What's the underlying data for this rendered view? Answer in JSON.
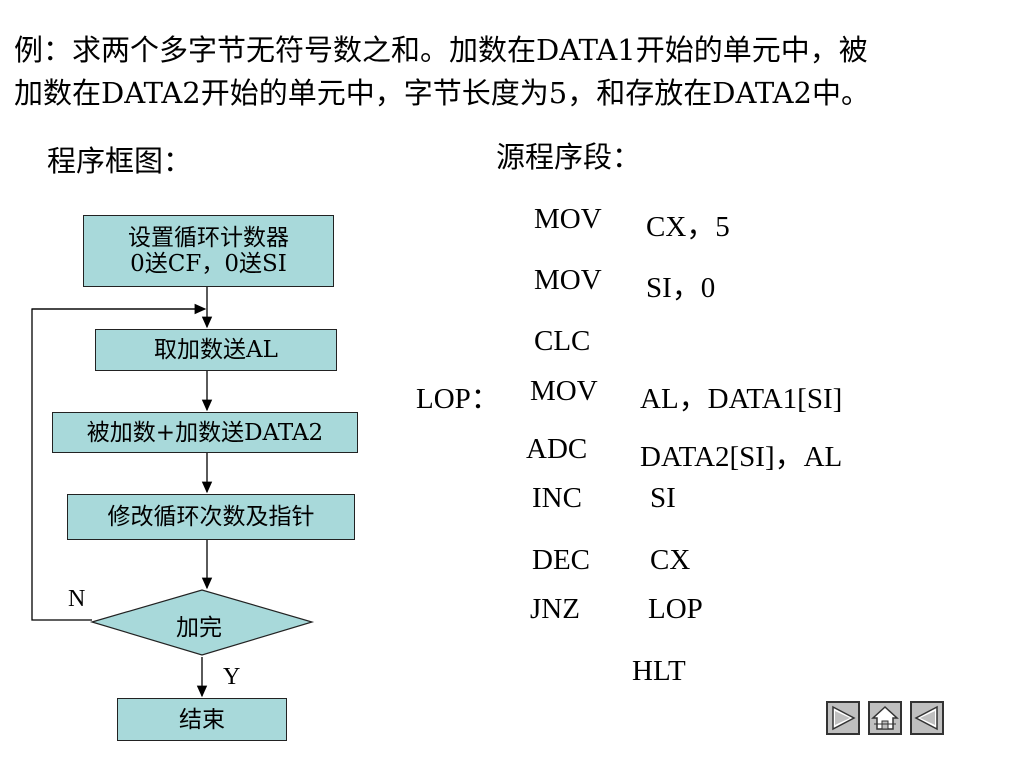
{
  "intro": {
    "line1": "例：求两个多字节无符号数之和。加数在DATA1开始的单元中，被",
    "line2": "加数在DATA2开始的单元中，字节长度为5，和存放在DATA2中。"
  },
  "flowchart": {
    "heading": "程序框图：",
    "box1_line1": "设置循环计数器",
    "box1_line2": "0送CF，0送SI",
    "box2": "取加数送AL",
    "box3": "被加数+加数送DATA2",
    "box4": "修改循环次数及指针",
    "decision": "加完",
    "label_no": "N",
    "label_yes": "Y",
    "end": "结束"
  },
  "source": {
    "heading": "源程序段：",
    "loop_label": "LOP：",
    "lines": [
      {
        "op": "MOV",
        "args": "CX，5"
      },
      {
        "op": "MOV",
        "args": "SI，0"
      },
      {
        "op": "CLC",
        "args": ""
      },
      {
        "op": "MOV",
        "args": "AL，DATA1[SI]"
      },
      {
        "op": "ADC",
        "args": "DATA2[SI]，AL"
      },
      {
        "op": "INC",
        "args": "SI"
      },
      {
        "op": "DEC",
        "args": "CX"
      },
      {
        "op": "JNZ",
        "args": "LOP"
      },
      {
        "op": "HLT",
        "args": ""
      }
    ]
  },
  "nav": {
    "forward_icon": "play-forward-icon",
    "home_icon": "home-icon",
    "back_icon": "play-back-icon"
  }
}
